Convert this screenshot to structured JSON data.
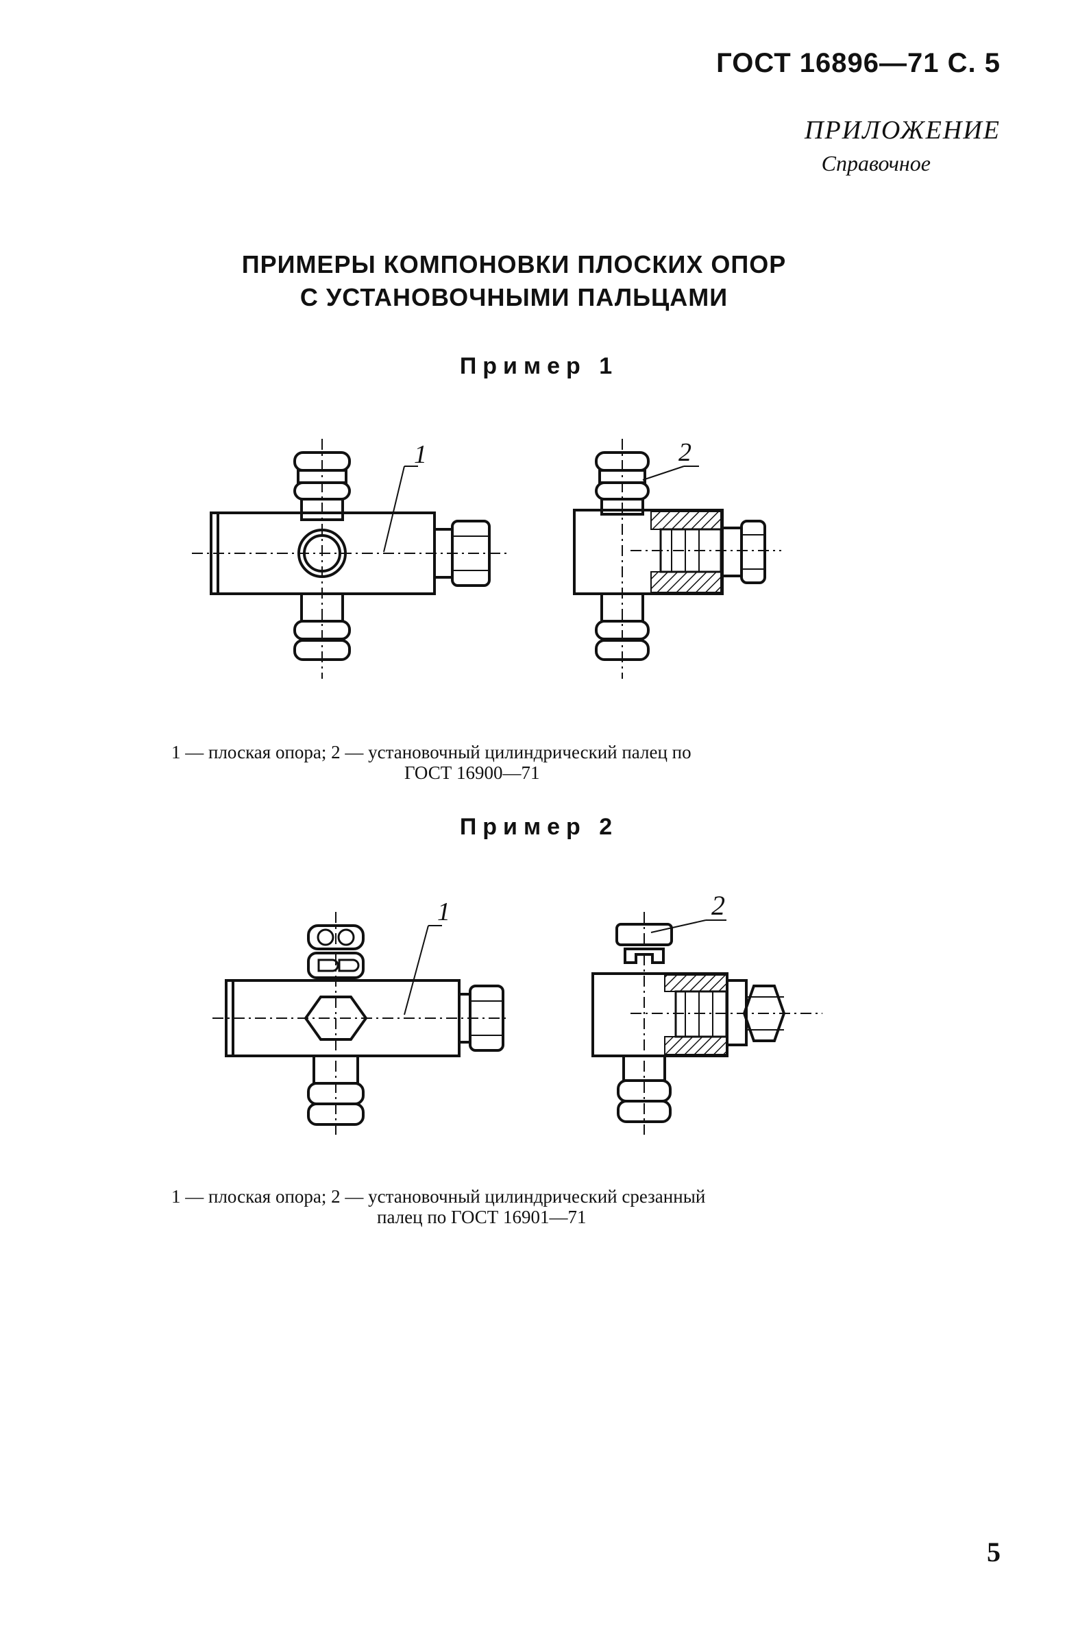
{
  "header": "ГОСТ 16896—71 С. 5",
  "appendix": {
    "title": "ПРИЛОЖЕНИЕ",
    "subtitle": "Справочное"
  },
  "title_line1": "ПРИМЕРЫ КОМПОНОВКИ ПЛОСКИХ ОПОР",
  "title_line2": "С УСТАНОВОЧНЫМИ ПАЛЬЦАМИ",
  "example1": {
    "heading": "Пример 1",
    "callout_1": "1",
    "callout_2": "2",
    "caption_line1": "1 — плоская опора; 2 — установочный цилиндрический палец по",
    "caption_line2": "ГОСТ 16900—71"
  },
  "example2": {
    "heading": "Пример 2",
    "callout_1": "1",
    "callout_2": "2",
    "caption_line1": "1 — плоская опора; 2 — установочный цилиндрический срезанный",
    "caption_line2": "палец по ГОСТ 16901—71"
  },
  "page_number": "5"
}
